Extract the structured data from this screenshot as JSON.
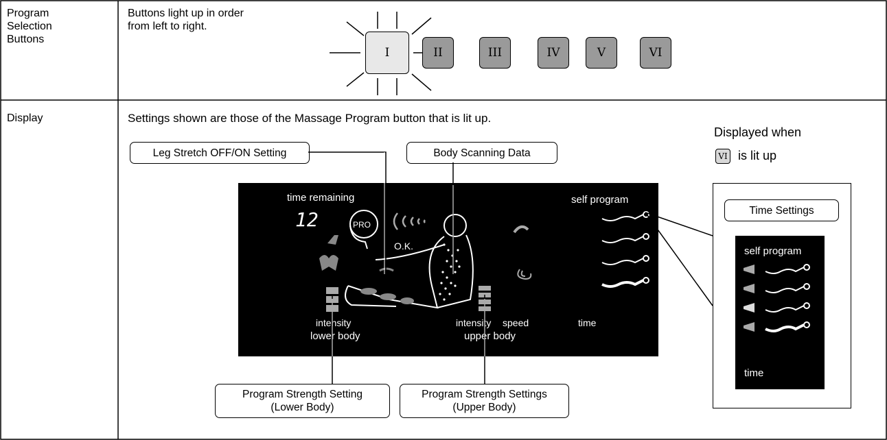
{
  "row1": {
    "label": "Program\nSelection\nButtons",
    "description_line1": "Buttons light up in order",
    "description_line2": "from left to right.",
    "buttons": [
      "I",
      "II",
      "III",
      "IV",
      "V",
      "VI"
    ]
  },
  "row2": {
    "label": "Display",
    "description": "Settings shown are those of the Massage Program button that is lit up.",
    "callouts": {
      "leg_stretch": "Leg Stretch OFF/ON Setting",
      "body_scanning": "Body Scanning Data",
      "strength_lower_line1": "Program Strength Setting",
      "strength_lower_line2": "(Lower Body)",
      "strength_upper_line1": "Program Strength Settings",
      "strength_upper_line2": "(Upper Body)",
      "time_settings": "Time Settings"
    },
    "side_note": {
      "line1": "Displayed when",
      "button": "VI",
      "line2": "is lit up"
    },
    "panel": {
      "time_remaining": "time remaining",
      "time_value": "12",
      "pro_badge": "PRO",
      "ok": "O.K.",
      "self_program": "self program",
      "intensity_lower": "intensity",
      "lower_body": "lower body",
      "intensity_upper": "intensity",
      "speed": "speed",
      "upper_body": "upper body",
      "time": "time"
    },
    "mini_panel": {
      "self_program": "self program",
      "time": "time"
    }
  },
  "colors": {
    "panel_bg": "#000000",
    "lit_button": "#e8e8e8",
    "unlit_button": "#9a9a9a"
  }
}
